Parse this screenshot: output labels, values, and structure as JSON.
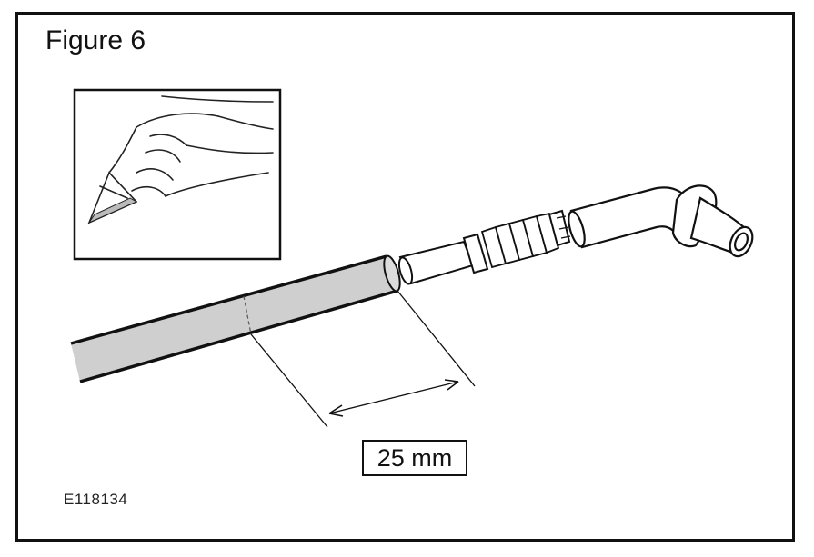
{
  "figure": {
    "title": "Figure 6",
    "dimension_label": "25 mm",
    "reference_code": "E118134"
  }
}
